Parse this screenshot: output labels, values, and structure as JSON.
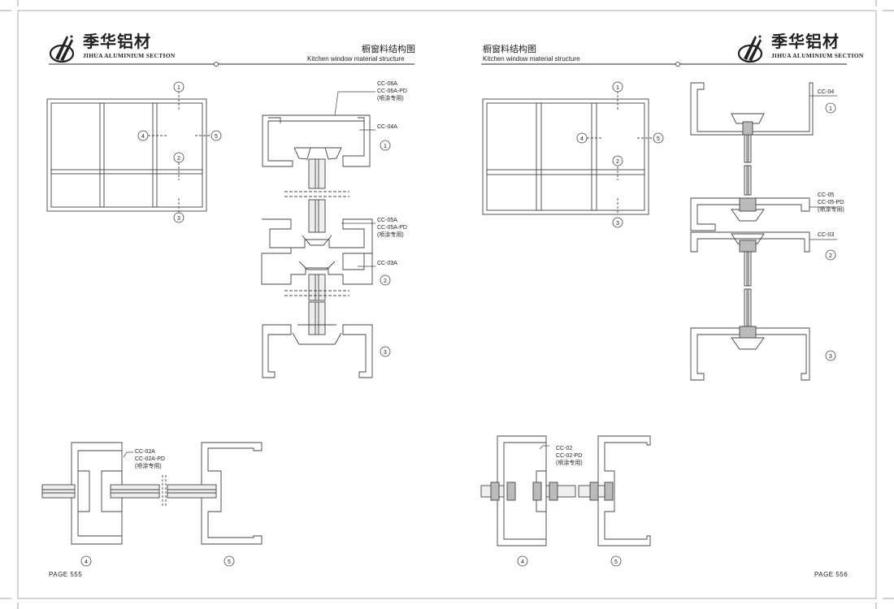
{
  "brand": {
    "name_cn": "季华铝材",
    "name_en": "JIHUA ALUMINIUM SECTION"
  },
  "left_page": {
    "title_cn": "橱窗料结构图",
    "title_en": "Kitchen window material structure",
    "page_number": "PAGE 555",
    "labels": {
      "cc06a": "CC-06A",
      "cc06a_pd": "CC-06A-PD",
      "cc06a_note": "(喷涂专用)",
      "cc04a": "CC-04A",
      "cc05a": "CC-05A",
      "cc05a_pd": "CC-05A-PD",
      "cc05a_note": "(喷涂专用)",
      "cc03a": "CC-03A",
      "cc02a": "CC-02A",
      "cc02a_pd": "CC-02A-PD",
      "cc02a_note": "(喷涂专用)"
    },
    "markers": [
      "1",
      "2",
      "3",
      "4",
      "5"
    ]
  },
  "right_page": {
    "title_cn": "橱窗料结构图",
    "title_en": "Kitchen window material structure",
    "page_number": "PAGE 556",
    "labels": {
      "cc04": "CC-04",
      "cc05": "CC-05",
      "cc05_pd": "CC-05-PD",
      "cc05_note": "(喷涂专用)",
      "cc03": "CC-03",
      "cc02": "CC-02",
      "cc02_pd": "CC-02-PD",
      "cc02_note": "(喷涂专用)"
    },
    "markers": [
      "1",
      "2",
      "3",
      "4",
      "5"
    ]
  }
}
